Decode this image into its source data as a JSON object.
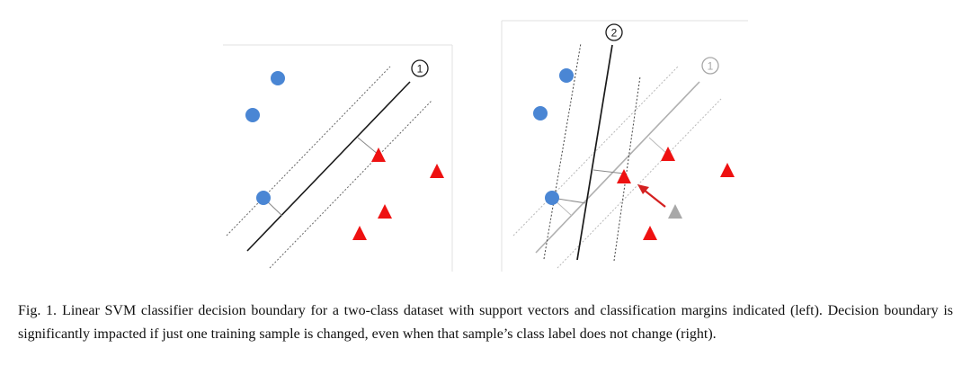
{
  "colors": {
    "class_a": "#4a86d4",
    "class_b": "#ee1111",
    "moved_sample": "#a8a8a8",
    "boundary_1": "#1a1a1a",
    "boundary_1_faded": "#b0b0b0",
    "boundary_2": "#1a1a1a",
    "arrow": "#d42020"
  },
  "panels": [
    {
      "boundary_marker": "1",
      "icons": [
        "circle-marker",
        "triangle-marker"
      ]
    },
    {
      "boundary_markers": [
        "2",
        "1"
      ],
      "icons": [
        "circle-marker",
        "triangle-marker",
        "arrow-icon"
      ]
    }
  ],
  "caption": {
    "label": "Fig. 1.",
    "text": "Linear SVM classifier decision boundary for a two-class dataset with support vectors and classification margins indicated (left). Decision boundary is significantly impacted if just one training sample is changed, even when that sample’s class label does not change (right)."
  }
}
